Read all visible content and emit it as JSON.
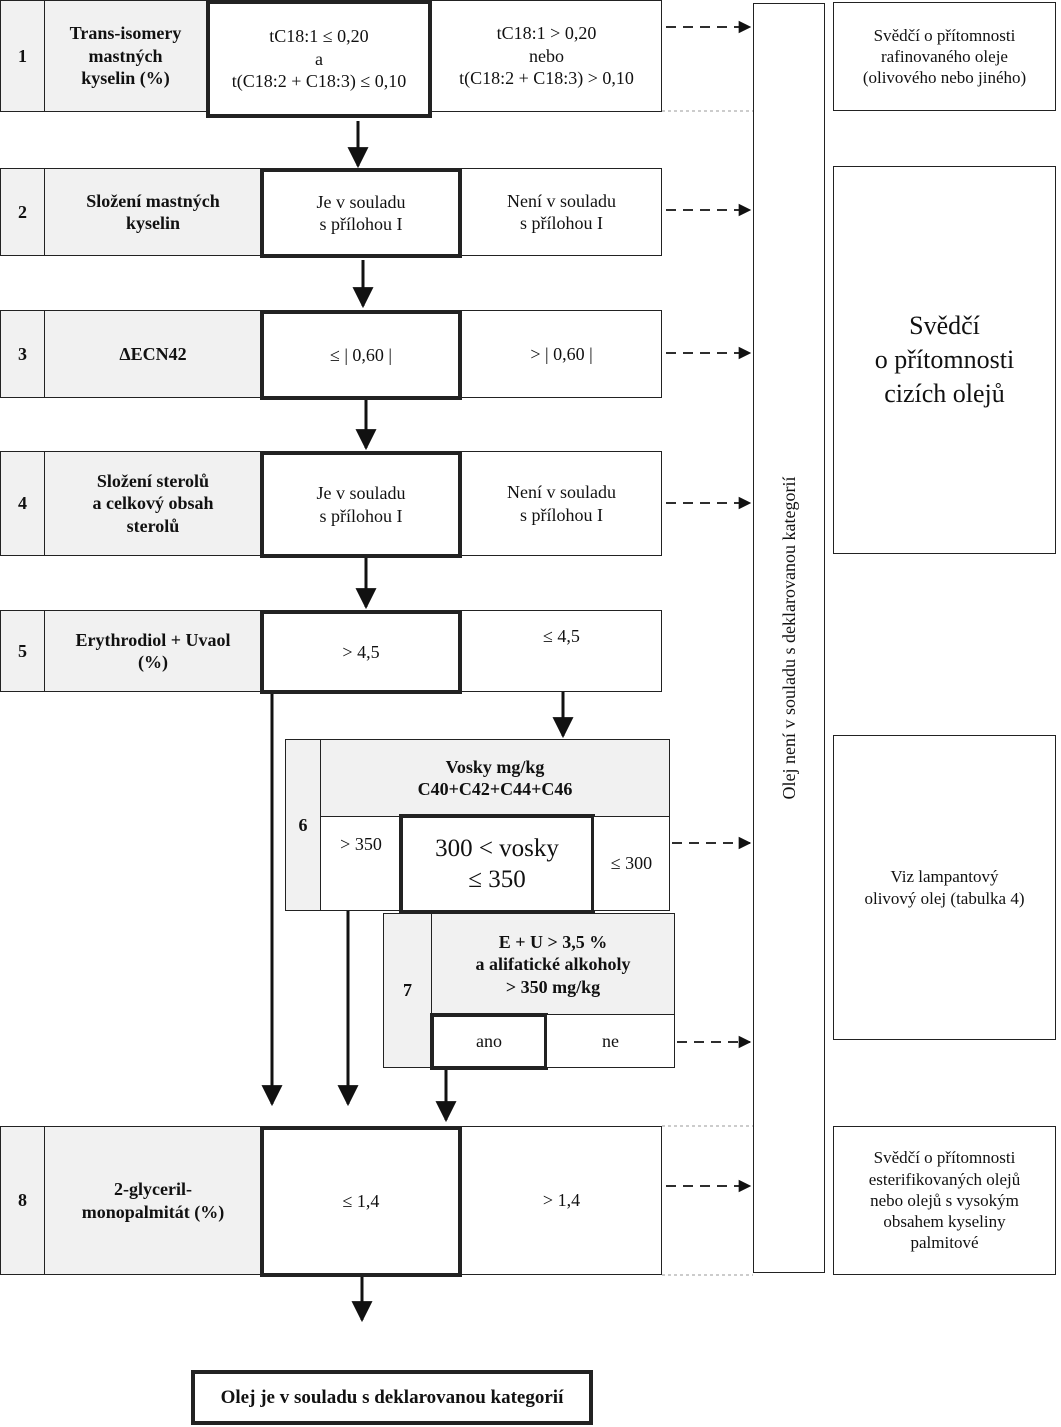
{
  "rows": [
    {
      "num": "1",
      "label": "Trans-isomery\nmastných\nkyselin (%)",
      "ok": "tC18:1 ≤ 0,20\na\nt(C18:2 + C18:3) ≤ 0,10",
      "fail": "tC18:1 > 0,20\nnebo\nt(C18:2 + C18:3) > 0,10"
    },
    {
      "num": "2",
      "label": "Složení mastných\nkyselin",
      "ok": "Je v souladu\ns přílohou I",
      "fail": "Není v souladu\ns přílohou I"
    },
    {
      "num": "3",
      "label": "ΔECN42",
      "ok": "≤ | 0,60 |",
      "fail": "> | 0,60 |"
    },
    {
      "num": "4",
      "label": "Složení sterolů\na celkový obsah\nsterolů",
      "ok": "Je v souladu\ns přílohou I",
      "fail": "Není v souladu\ns přílohou I"
    },
    {
      "num": "5",
      "label": "Erythrodiol + Uvaol\n(%)",
      "ok": "> 4,5",
      "fail": "≤ 4,5"
    }
  ],
  "row6": {
    "num": "6",
    "label": "Vosky mg/kg\nC40+C42+C44+C46",
    "left": "> 350",
    "middle": "300 < vosky\n≤ 350",
    "right": "≤ 300"
  },
  "row7": {
    "num": "7",
    "label": "E + U > 3,5 %\na alifatické alkoholy\n> 350 mg/kg",
    "yes": "ano",
    "no": "ne"
  },
  "row8": {
    "num": "8",
    "label": "2-glyceril-\nmonopalmitát (%)",
    "ok": "≤ 1,4",
    "fail": "> 1,4"
  },
  "vertical_bar": "Olej není v souladu s deklarovanou kategorií",
  "side_boxes": {
    "refined": "Svědčí o přítomnosti\nrafinovaného oleje\n(olivového nebo jiného)",
    "foreign": "Svědčí\no přítomnosti\ncizích olejů",
    "lampante": "Viz lampantový\nolivový olej (tabulka 4)",
    "esterified": "Svědčí o přítomnosti\nesterifikovaných olejů\nnebo olejů s vysokým\nobsahem kyseliny\npalmitové"
  },
  "final": "Olej je v souladu s deklarovanou kategorií"
}
